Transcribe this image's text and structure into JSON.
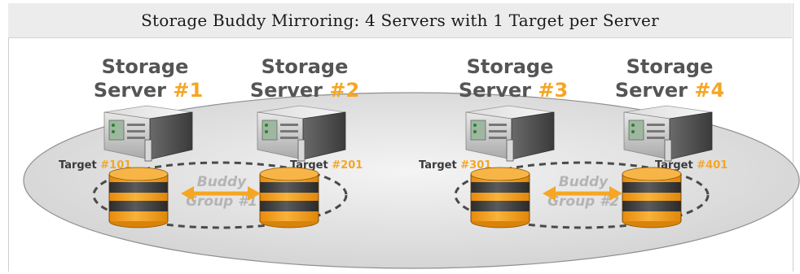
{
  "title": "Storage Buddy Mirroring: 4 Servers with 1 Target per Server",
  "servers": [
    {
      "label": "Storage",
      "label2": "Server",
      "num": "#1"
    },
    {
      "label": "Storage",
      "label2": "Server",
      "num": "#2"
    },
    {
      "label": "Storage",
      "label2": "Server",
      "num": "#3"
    },
    {
      "label": "Storage",
      "label2": "Server",
      "num": "#4"
    }
  ],
  "targets": [
    {
      "label": "Target",
      "num": "#101"
    },
    {
      "label": "Target",
      "num": "#201"
    },
    {
      "label": "Target",
      "num": "#301"
    },
    {
      "label": "Target",
      "num": "#401"
    }
  ],
  "buddy_groups": [
    {
      "line1": "Buddy",
      "line2": "Group #1"
    },
    {
      "line1": "Buddy",
      "line2": "Group #2"
    }
  ],
  "colors": {
    "accent": "#f5a623",
    "disk_orange": "#f5a31f",
    "disk_dark": "#3c3c3c"
  }
}
